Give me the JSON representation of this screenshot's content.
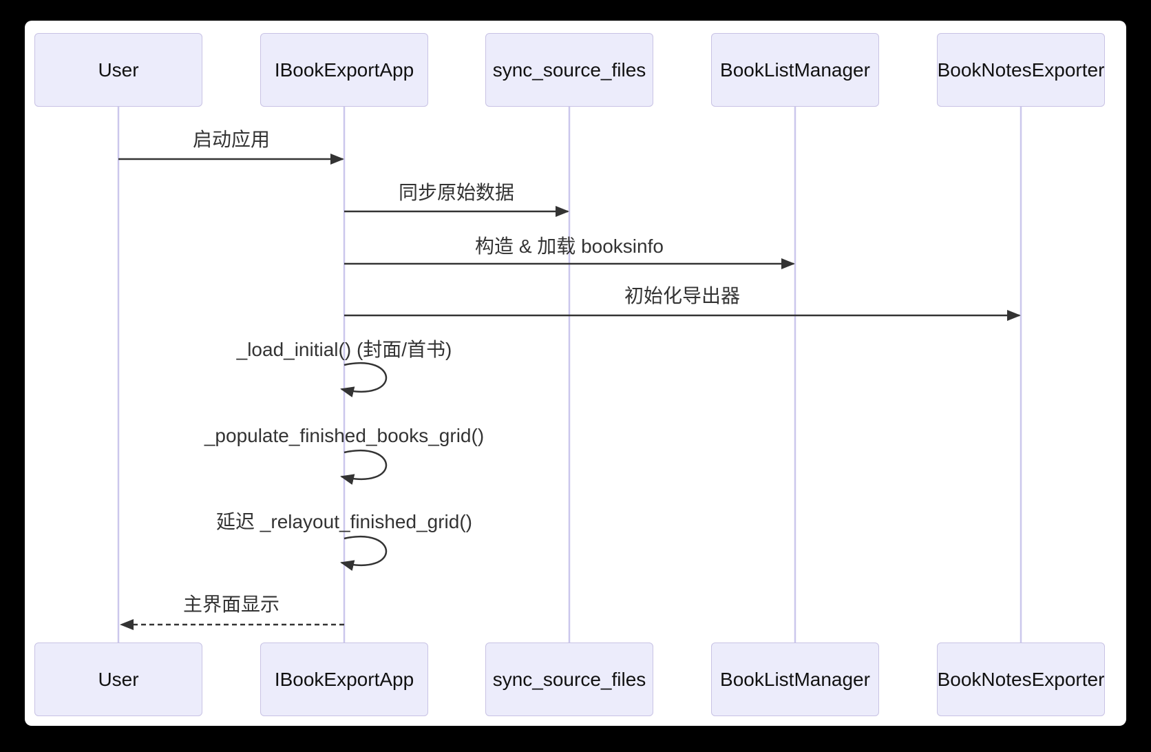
{
  "diagram": {
    "type": "sequence-diagram",
    "participants": [
      {
        "name": "User"
      },
      {
        "name": "IBookExportApp"
      },
      {
        "name": "sync_source_files"
      },
      {
        "name": "BookListManager"
      },
      {
        "name": "BookNotesExporter"
      }
    ],
    "messages": [
      {
        "from": "User",
        "to": "IBookExportApp",
        "label": "启动应用",
        "style": "solid"
      },
      {
        "from": "IBookExportApp",
        "to": "sync_source_files",
        "label": "同步原始数据",
        "style": "solid"
      },
      {
        "from": "IBookExportApp",
        "to": "BookListManager",
        "label": "构造 & 加载 booksinfo",
        "style": "solid"
      },
      {
        "from": "IBookExportApp",
        "to": "BookNotesExporter",
        "label": "初始化导出器",
        "style": "solid"
      },
      {
        "from": "IBookExportApp",
        "to": "IBookExportApp",
        "label": "_load_initial() (封面/首书)",
        "style": "self-loop"
      },
      {
        "from": "IBookExportApp",
        "to": "IBookExportApp",
        "label": "_populate_finished_books_grid()",
        "style": "self-loop"
      },
      {
        "from": "IBookExportApp",
        "to": "IBookExportApp",
        "label": "延迟 _relayout_finished_grid()",
        "style": "self-loop"
      },
      {
        "from": "IBookExportApp",
        "to": "User",
        "label": "主界面显示",
        "style": "dashed-return"
      }
    ]
  },
  "colors": {
    "page_bg": "#000000",
    "panel_bg": "#ffffff",
    "actor_fill": "#ECECFB",
    "actor_border": "#C8C2E4",
    "actor_text": "#111111",
    "lifeline": "#CBC7EC",
    "line": "#333333",
    "text": "#333333"
  }
}
